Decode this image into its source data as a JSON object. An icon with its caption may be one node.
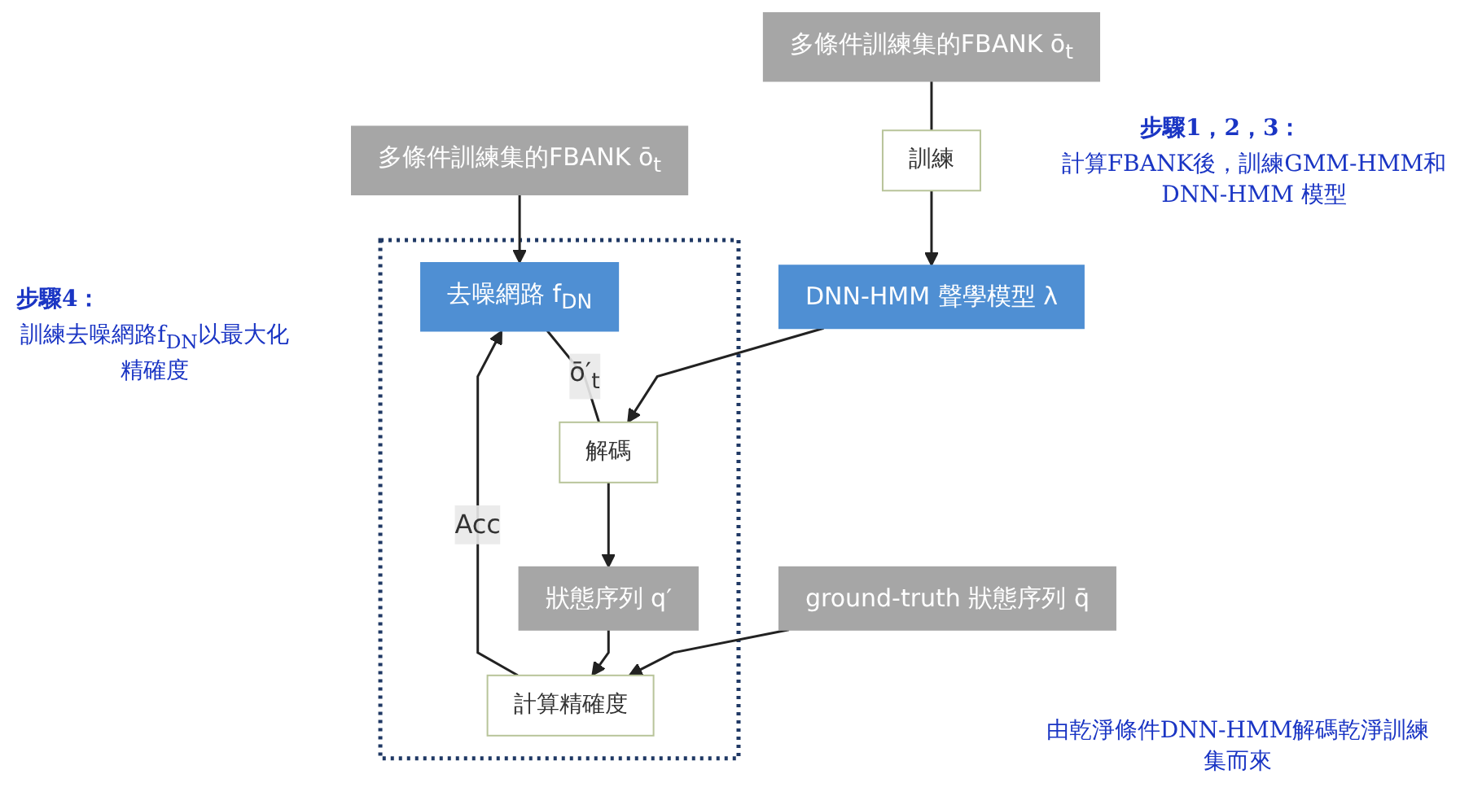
{
  "diagram": {
    "nodes": [
      {
        "text": [
          "多條件訓練集的FBANK ō$_{t}$"
        ]
      },
      {
        "text": [
          "多條件訓練集的FBANK ō$_{t}$"
        ]
      },
      {
        "text": [],
        "shape": "box"
      },
      {
        "text": [
          "去噪網路 f$_{DN}$"
        ],
        "in": 2
      },
      {
        "text": [
          "訓練"
        ]
      },
      {
        "text": [
          "解碼"
        ],
        "in": 2
      },
      {
        "text": [
          "DNN-HMM 聲學模型 λ"
        ]
      },
      {
        "text": [
          "狀態序列 q′"
        ],
        "in": 2
      },
      {
        "text": [
          "計算精確度"
        ],
        "in": 2
      },
      {
        "text": [
          "ground-truth 狀態序列 q̄"
        ]
      }
    ],
    "edges": [
      {
        "from": 0,
        "to": 3,
        "arrow": "to"
      },
      {
        "from": 3,
        "to": 5,
        "arrow": "none",
        "label": "ō′$_{t}$"
      },
      {
        "from": 1,
        "to": 4,
        "arrow": "none"
      },
      {
        "from": 4,
        "to": 6,
        "arrow": "to"
      },
      {
        "from": 6,
        "to": 5,
        "arrow": "to"
      },
      {
        "from": 5,
        "to": 7,
        "arrow": "to"
      },
      {
        "from": 7,
        "to": 8,
        "arrow": "to"
      },
      {
        "from": 9,
        "to": 8,
        "arrow": "to"
      },
      {
        "from": 8,
        "to": 3,
        "arrow": "to",
        "label": "Acc"
      }
    ],
    "labels": [
      "步驟1，2，3：",
      "計算FBANK後，訓練GMM-HMM和DNN-HMM 模型",
      "步驟4：",
      "訓練去噪網路f$_{DN}$以最大化精確度",
      "由乾淨條件DNN-HMM解碼乾淨訓練集而來"
    ]
  }
}
